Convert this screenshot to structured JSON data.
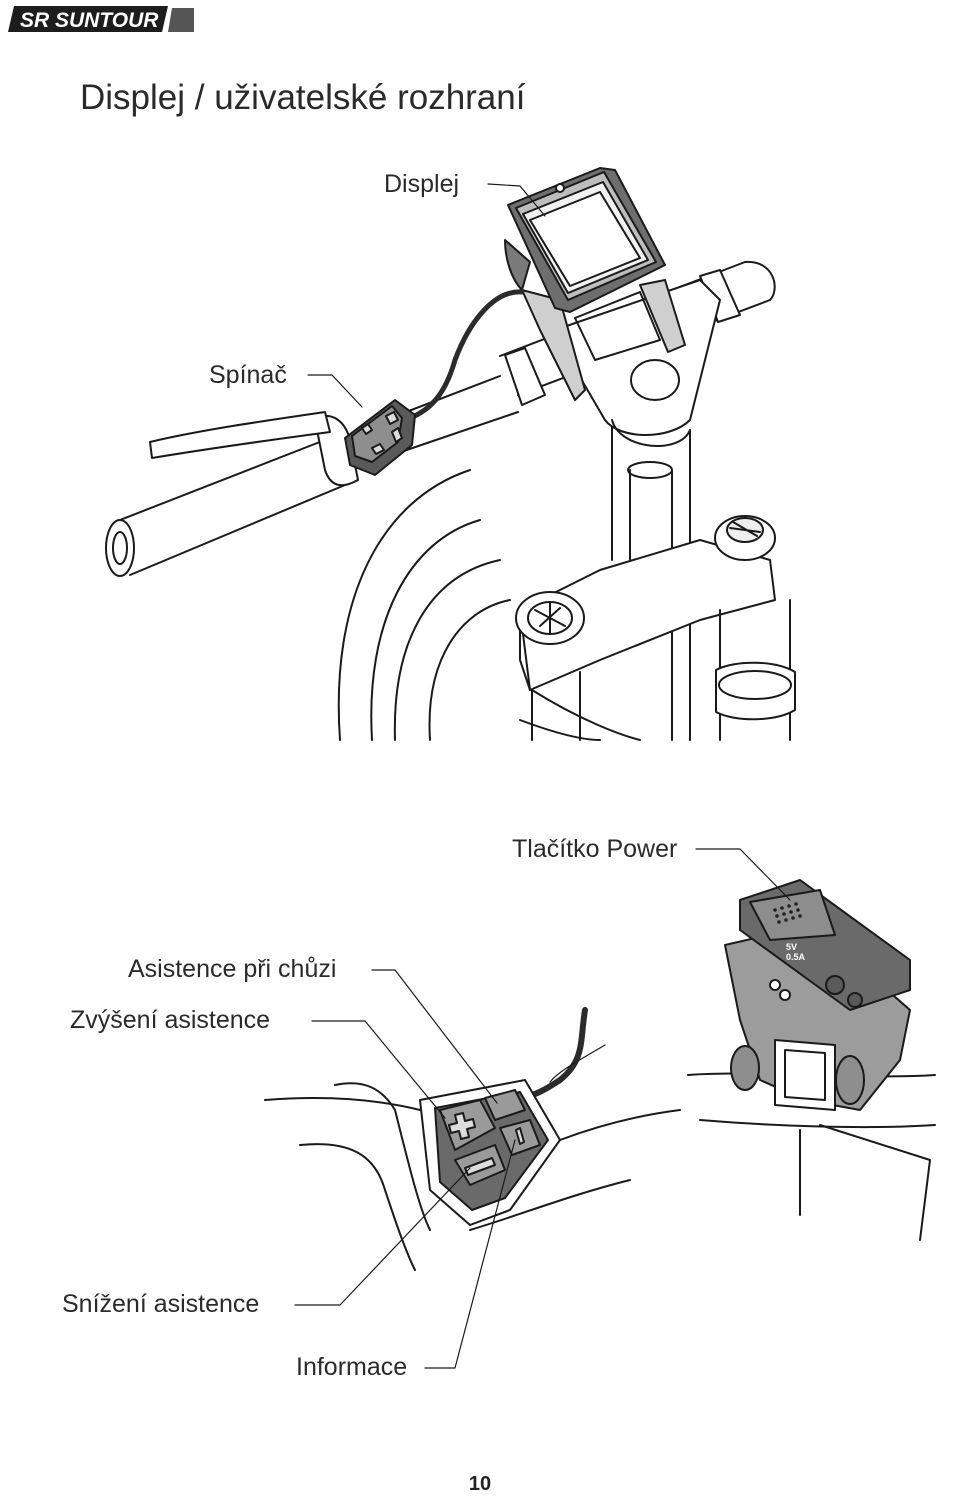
{
  "header": {
    "logo_text": "SR SUNTOUR"
  },
  "page": {
    "title": "Displej / uživatelské rozhraní",
    "number": "10"
  },
  "top_figure": {
    "labels": {
      "display": "Displej",
      "switch": "Spínač"
    }
  },
  "bottom_figure": {
    "labels": {
      "power_button": "Tlačítko Power",
      "walk_assist": "Asistence při chůzi",
      "assist_up": "Zvýšení asistence",
      "assist_down": "Snížení asistence",
      "info": "Informace"
    },
    "mount_marking": {
      "voltage": "5V",
      "current": "0.5A"
    }
  },
  "colors": {
    "line": "#1a1a1a",
    "dark_fill": "#5c5c5c",
    "mid_fill": "#9a9a9a",
    "light_fill": "#d4d4d4"
  }
}
